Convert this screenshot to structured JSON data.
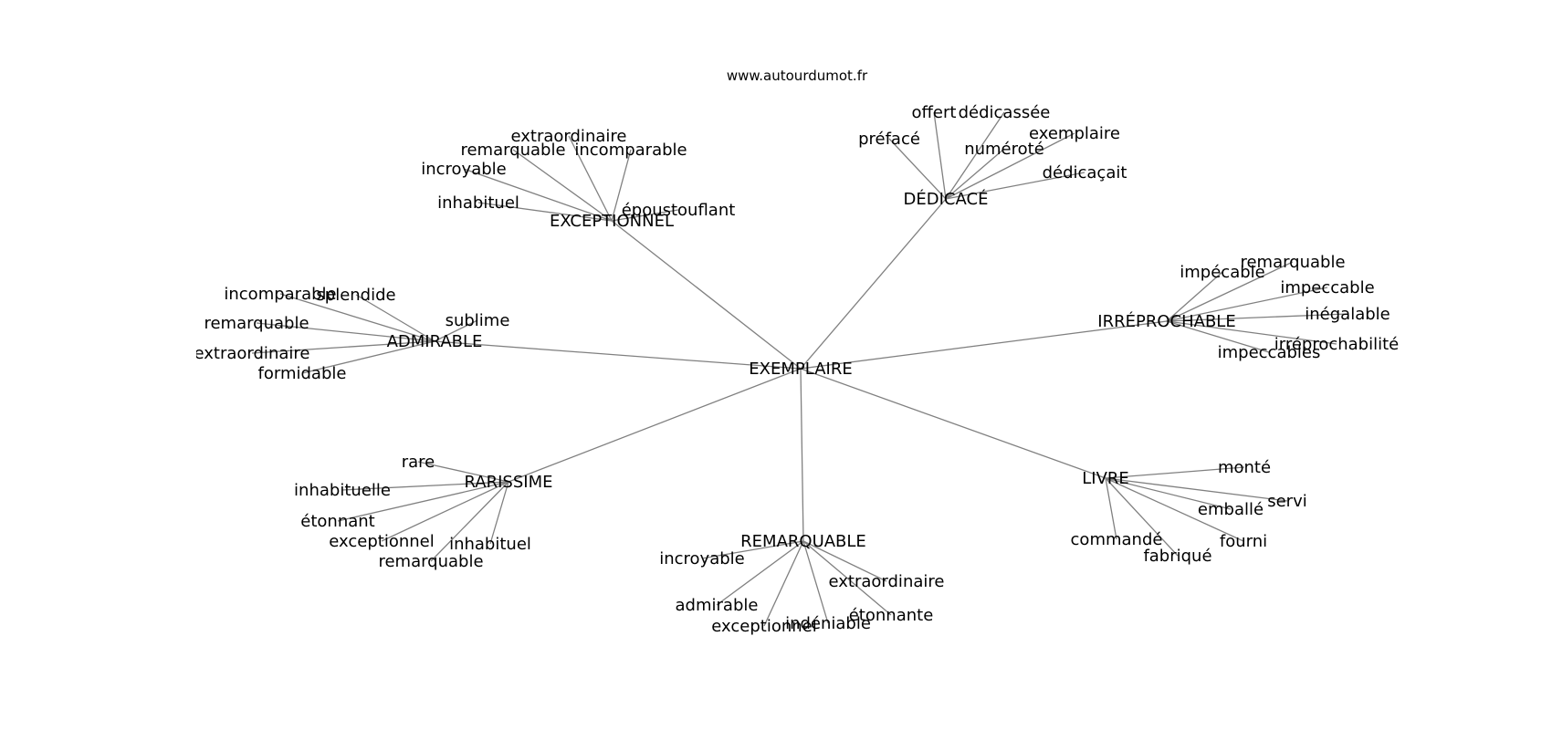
{
  "source": "www.autourdumot.fr",
  "colors": {
    "edge": "#808080",
    "text": "#000000",
    "background": "#ffffff"
  },
  "graph": {
    "center": "EXEMPLAIRE",
    "clusters": [
      {
        "hub": "EXCEPTIONNEL",
        "leaves": [
          "extraordinaire",
          "remarquable",
          "incomparable",
          "incroyable",
          "inhabituel",
          "époustouflant"
        ]
      },
      {
        "hub": "DÉDICACÉ",
        "leaves": [
          "offert",
          "dédicassée",
          "préfacé",
          "exemplaire",
          "numéroté",
          "dédicaçait"
        ]
      },
      {
        "hub": "IRRÉPROCHABLE",
        "leaves": [
          "impécable",
          "remarquable",
          "impeccable",
          "inégalable",
          "irréprochabilité",
          "impeccables"
        ]
      },
      {
        "hub": "ADMIRABLE",
        "leaves": [
          "incomparable",
          "splendide",
          "sublime",
          "remarquable",
          "extraordinaire",
          "formidable"
        ]
      },
      {
        "hub": "RARISSIME",
        "leaves": [
          "rare",
          "inhabituelle",
          "étonnant",
          "exceptionnel",
          "inhabituel",
          "remarquable"
        ]
      },
      {
        "hub": "REMARQUABLE",
        "leaves": [
          "incroyable",
          "extraordinaire",
          "admirable",
          "étonnante",
          "exceptionnel",
          "indéniable"
        ]
      },
      {
        "hub": "LIVRE",
        "leaves": [
          "monté",
          "servi",
          "emballé",
          "commandé",
          "fourni",
          "fabriqué"
        ]
      }
    ]
  }
}
